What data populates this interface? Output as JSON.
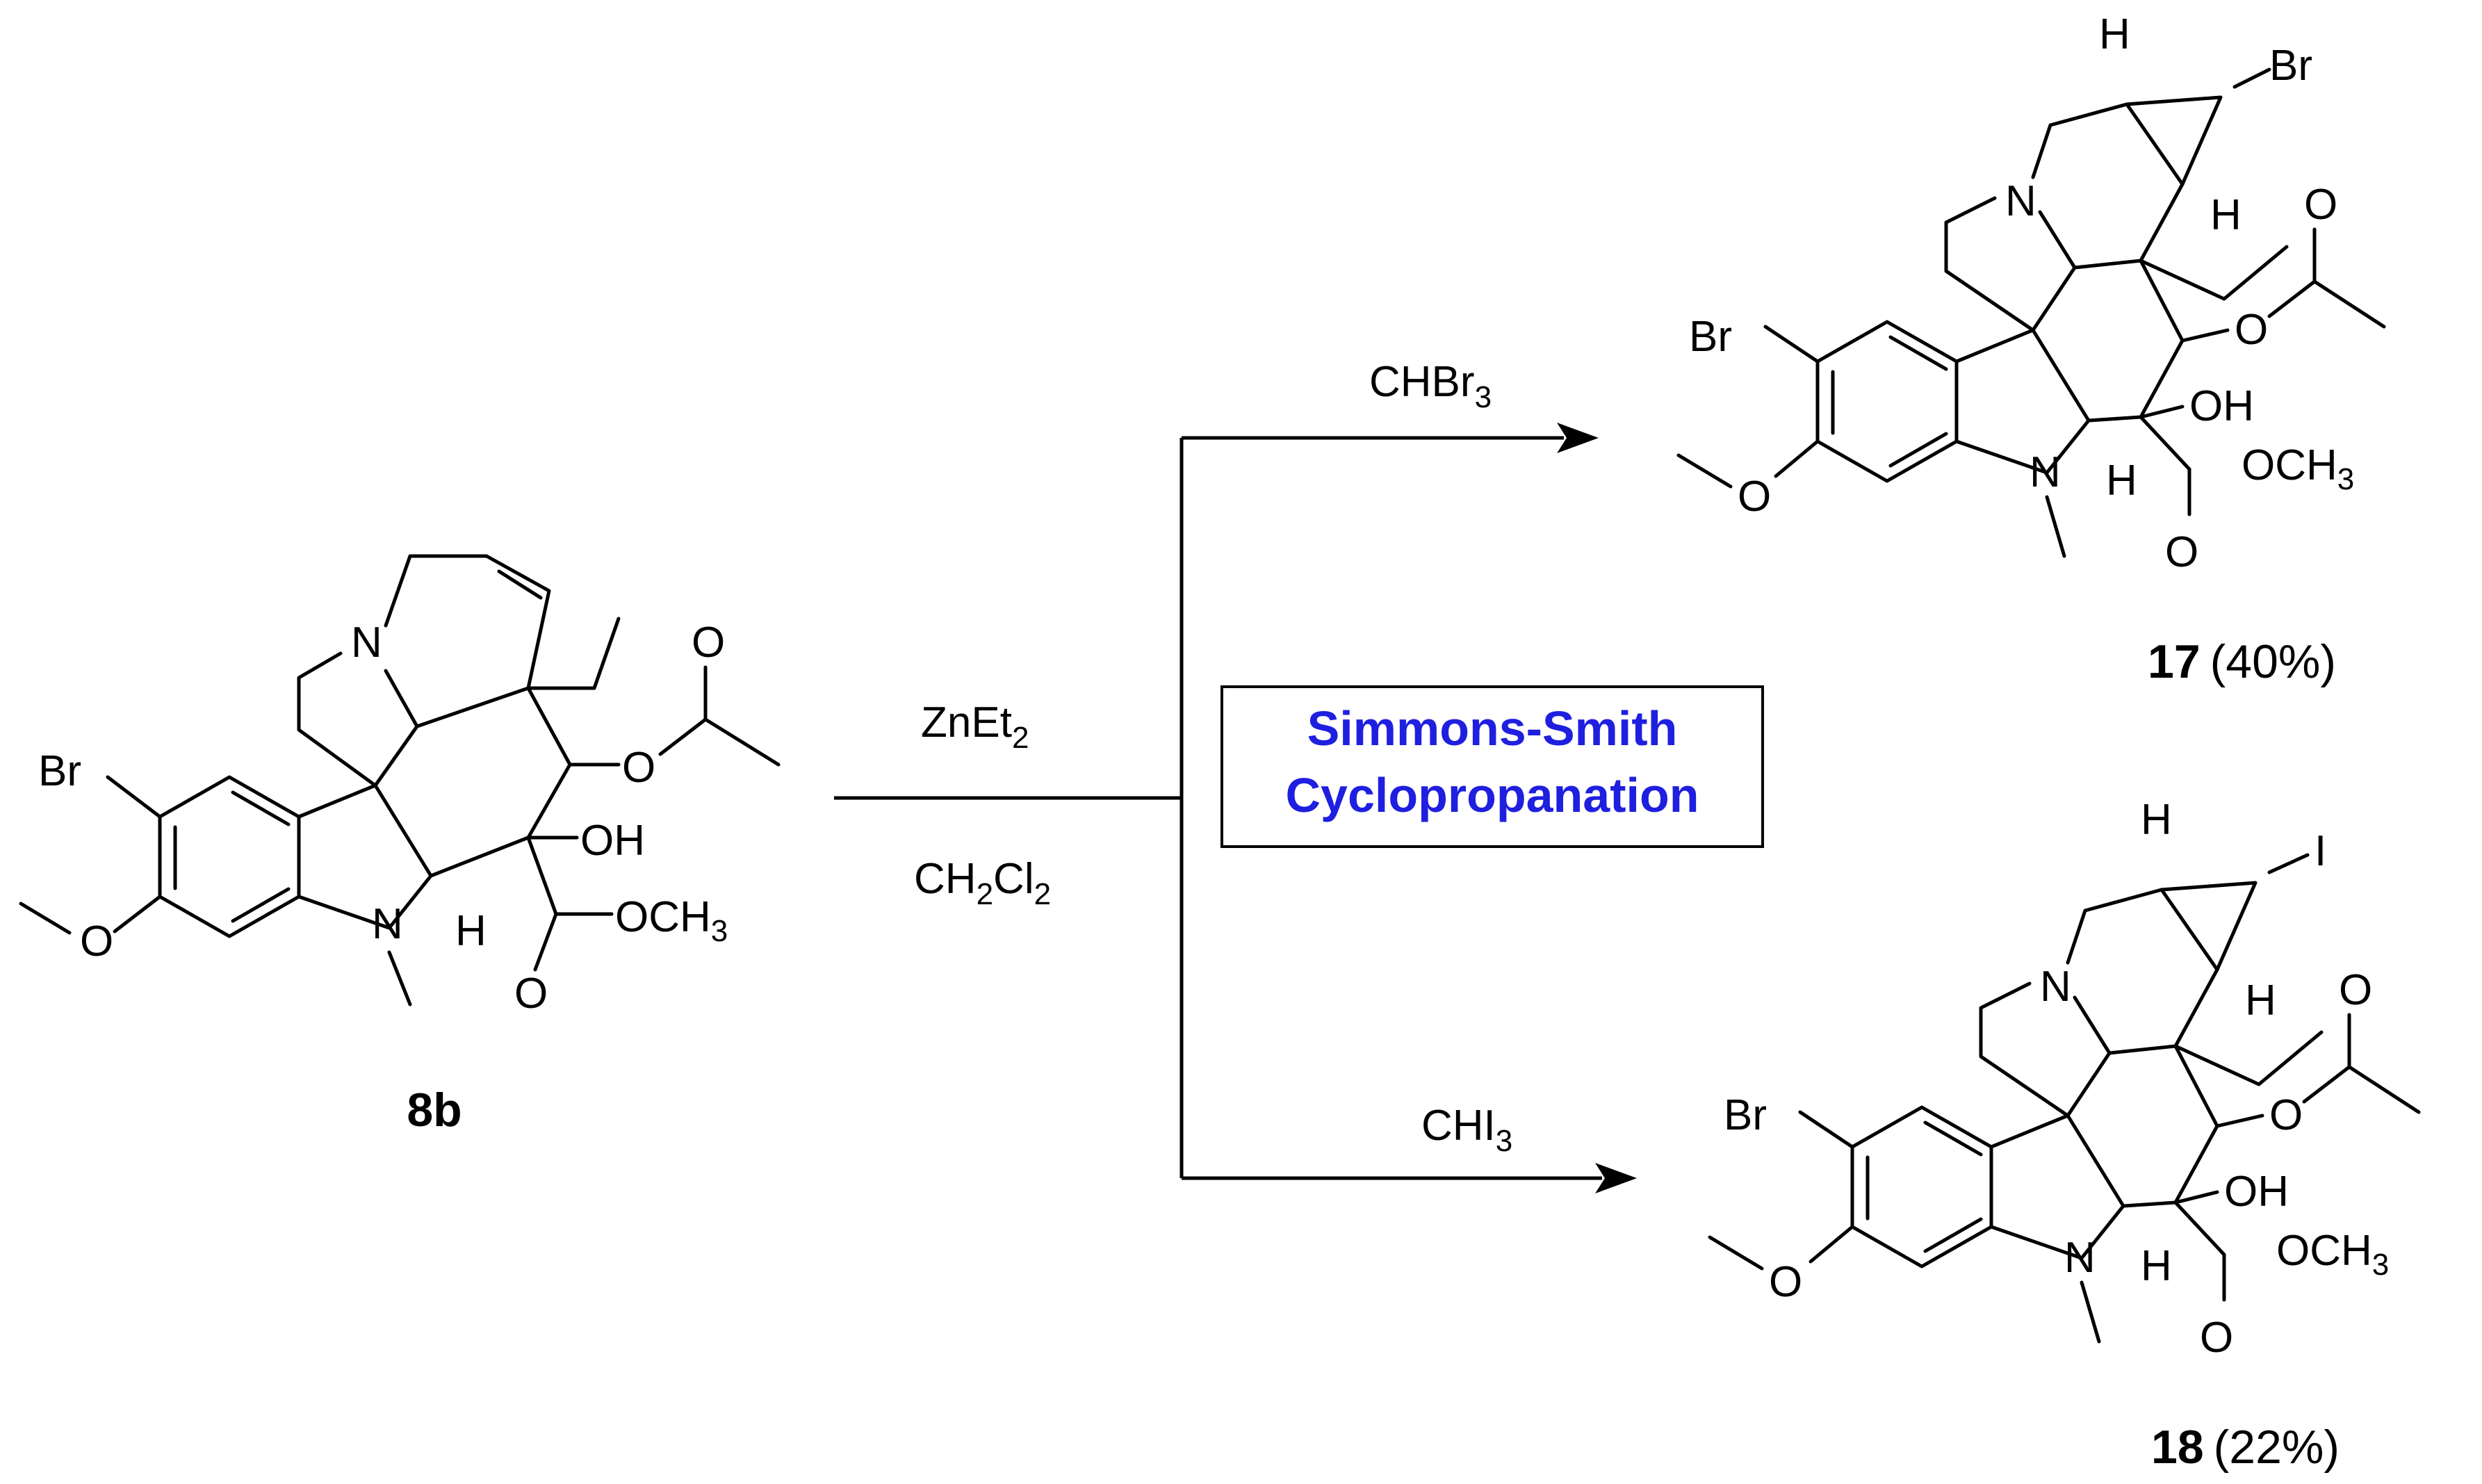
{
  "reagents": {
    "reagent_top": "ZnEt",
    "reagent_top_sub": "2",
    "solvent_a": "CH",
    "solvent_sub1": "2",
    "solvent_b": "Cl",
    "solvent_sub2": "2",
    "upper_branch_a": "CHBr",
    "upper_branch_sub": "3",
    "lower_branch_a": "CHI",
    "lower_branch_sub": "3"
  },
  "reaction_box": {
    "line1": "Simmons-Smith",
    "line2": "Cyclopropanation",
    "text_color": "#1f1fe0"
  },
  "compounds": {
    "start": {
      "label": "8b"
    },
    "product_17": {
      "label": "17",
      "yield": "(40%)"
    },
    "product_18": {
      "label": "18",
      "yield": "(22%)"
    }
  },
  "atoms": {
    "br": "Br",
    "n": "N",
    "o": "O",
    "oh": "OH",
    "h": "H",
    "ome": "OCH",
    "ome_sub": "3",
    "i": "I"
  }
}
